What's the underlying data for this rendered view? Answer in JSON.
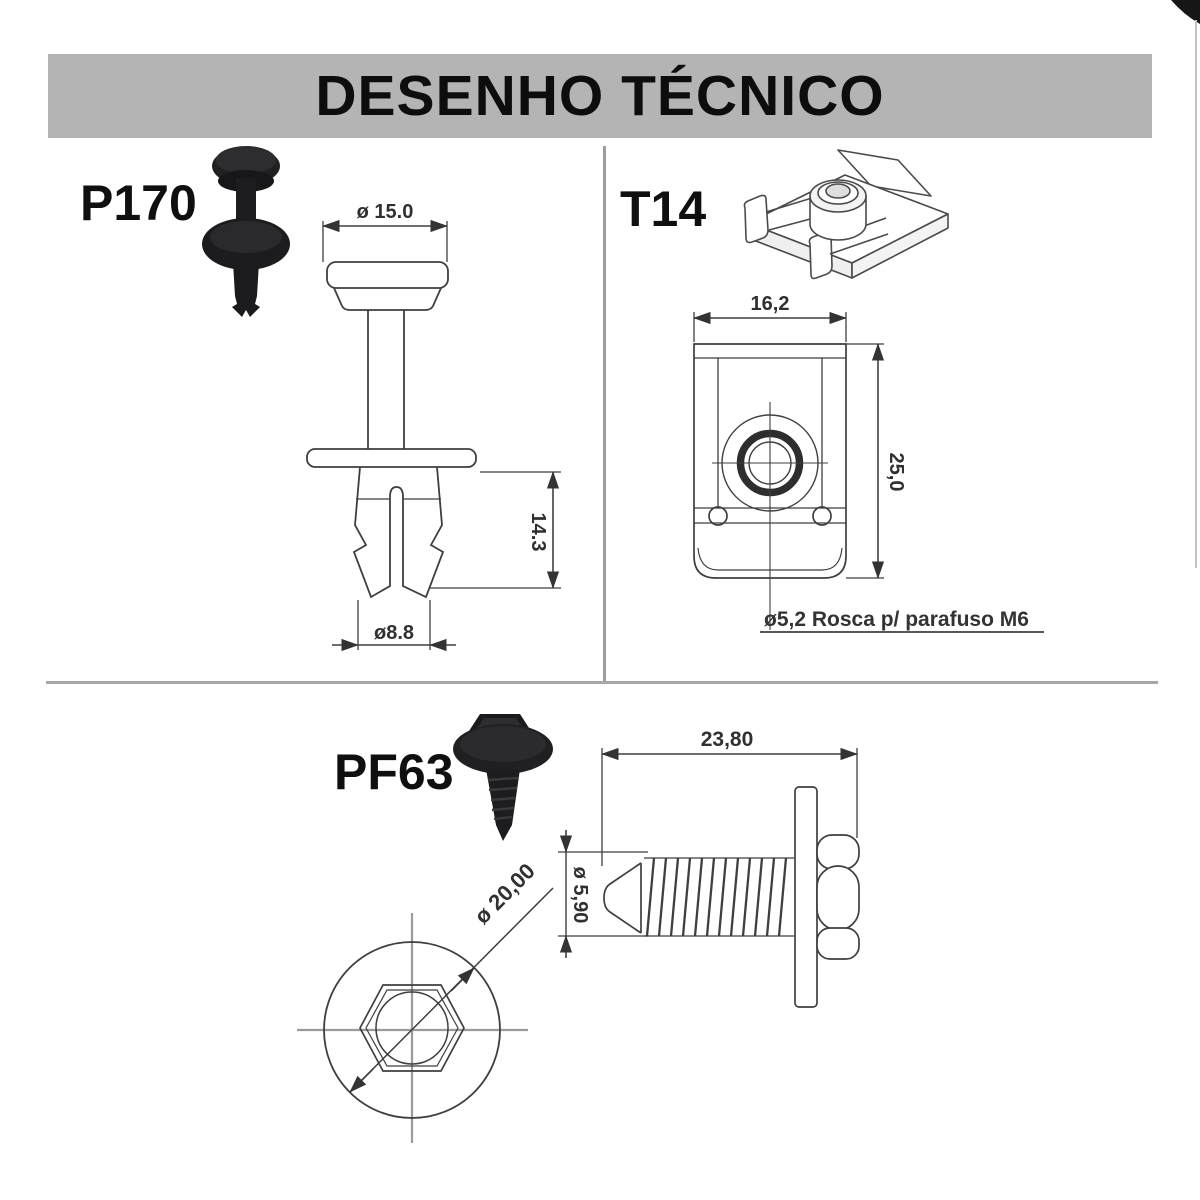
{
  "title": "DESENHO TÉCNICO",
  "parts": {
    "p170": {
      "label": "P170",
      "head_diameter": "ø 15.0",
      "leg_length": "14.3",
      "shank_diameter": "ø8.8"
    },
    "t14": {
      "label": "T14",
      "width": "16,2",
      "height": "25,0",
      "thread_note": "ø5,2 Rosca p/ parafuso M6"
    },
    "pf63": {
      "label": "PF63",
      "length": "23,80",
      "thread_diameter": "ø 5,90",
      "washer_diameter": "ø 20,00"
    }
  }
}
